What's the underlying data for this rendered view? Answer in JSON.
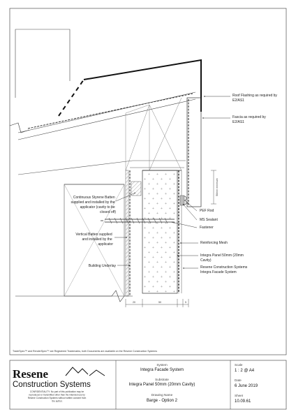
{
  "drawing": {
    "labels": {
      "roof_flashing": [
        "Roof Flashing as required by",
        "E2/AS1"
      ],
      "fascia": [
        "Fascia as required by",
        "E2/AS1"
      ],
      "continuous_batten": [
        "Continuous Styrene Batten",
        "supplied and installed by the",
        "applicator (cavity to be",
        "closed off)"
      ],
      "pef_rod": "PEF Rod",
      "ms_sealant": "MS Sealant",
      "fastener": "Fastener",
      "vertical_batten": [
        "Vertical Batten supplied",
        "and installed by the",
        "applicator"
      ],
      "reinforcing_mesh": "Reinforcing Mesh",
      "integra_panel": [
        "Integra Panel 50mm (20mm",
        "Cavity)"
      ],
      "resene_system": [
        "Resene Construction Systems",
        "Integra Facade System"
      ],
      "building_underlay": "Building Underlay",
      "min_clearance": "50mm minimum",
      "dim_left": "20",
      "dim_mid": "50",
      "dim_right": "5"
    },
    "footer_note": "TradeSpec™ and RenderSpec™ are Registered Trademarks, both Documents are available on the Resene Construction Systems"
  },
  "title_block": {
    "brand_top": "Resene",
    "brand_bottom": "Construction Systems",
    "confidentiality": [
      "CONFIDENTIALITY: No part of this publication may be",
      "reproduced or transmitted other than the intended use by",
      "Resene Construction Systems without written consent from",
      "the author."
    ],
    "system_label": "System",
    "system_value": "Integra Facade System",
    "substrate_label": "Substrate",
    "substrate_value": "Integra Panel 50mm (20mm Cavity)",
    "drawing_name_label": "Drawing Name",
    "drawing_name_value": "Barge - Option 2",
    "scale_label": "Scale",
    "scale_value": "1 : 2 @ A4",
    "date_label": "Date",
    "date_value": "6 June 2019",
    "sheet_label": "Sheet",
    "sheet_value": "10.09.61"
  }
}
